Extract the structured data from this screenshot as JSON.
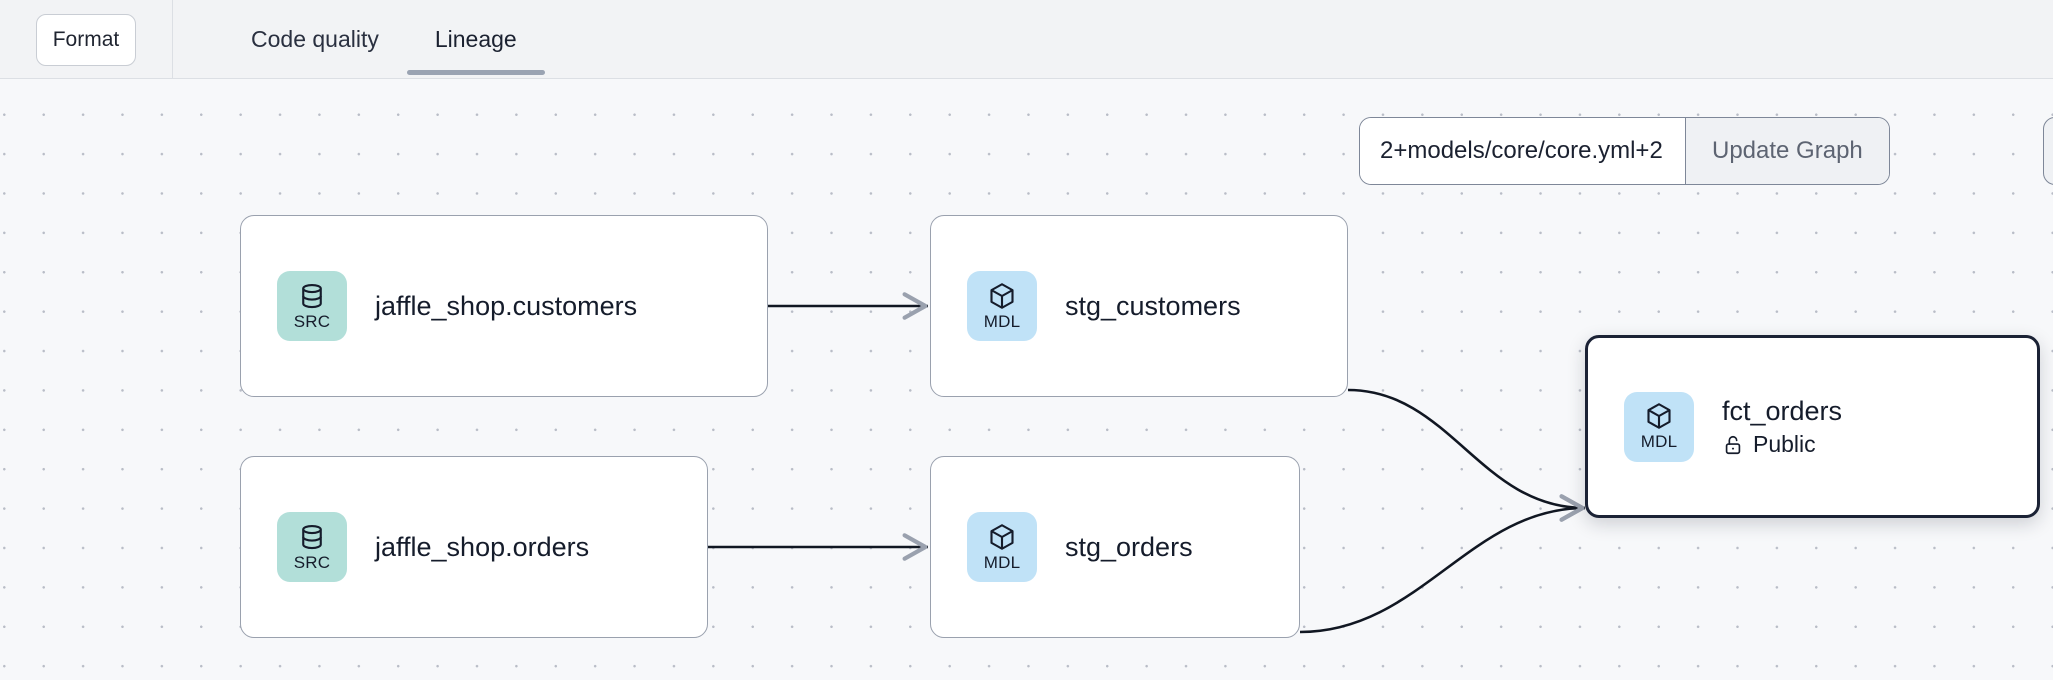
{
  "toolbar": {
    "format_button": "Format",
    "tabs": [
      {
        "label": "Code quality",
        "active": false
      },
      {
        "label": "Lineage",
        "active": true
      }
    ]
  },
  "selector": {
    "value": "2+models/core/core.yml+2",
    "placeholder": "2+models/core/core.yml+2",
    "update_button": "Update Graph"
  },
  "graph": {
    "nodes": [
      {
        "id": "jaffle_shop_customers",
        "badge": "SRC",
        "badge_icon": "database-icon",
        "title": "jaffle_shop.customers",
        "subtitle": null,
        "selected": false
      },
      {
        "id": "jaffle_shop_orders",
        "badge": "SRC",
        "badge_icon": "database-icon",
        "title": "jaffle_shop.orders",
        "subtitle": null,
        "selected": false
      },
      {
        "id": "stg_customers",
        "badge": "MDL",
        "badge_icon": "cube-icon",
        "title": "stg_customers",
        "subtitle": null,
        "selected": false
      },
      {
        "id": "stg_orders",
        "badge": "MDL",
        "badge_icon": "cube-icon",
        "title": "stg_orders",
        "subtitle": null,
        "selected": false
      },
      {
        "id": "fct_orders",
        "badge": "MDL",
        "badge_icon": "cube-icon",
        "title": "fct_orders",
        "subtitle": "Public",
        "subtitle_icon": "unlock-icon",
        "selected": true
      }
    ],
    "edges": [
      {
        "from": "jaffle_shop_customers",
        "to": "stg_customers"
      },
      {
        "from": "jaffle_shop_orders",
        "to": "stg_orders"
      },
      {
        "from": "stg_customers",
        "to": "fct_orders"
      },
      {
        "from": "stg_orders",
        "to": "fct_orders"
      }
    ]
  },
  "colors": {
    "src_badge": "#b2dfd9",
    "mdl_badge": "#c0e2f7",
    "node_border": "#9aa1ae",
    "selected_border": "#1b2235",
    "canvas_bg": "#f7f8fa",
    "toolbar_bg": "#f2f3f5",
    "tab_active_underline": "#9aa3b2",
    "edge": "#111722"
  }
}
